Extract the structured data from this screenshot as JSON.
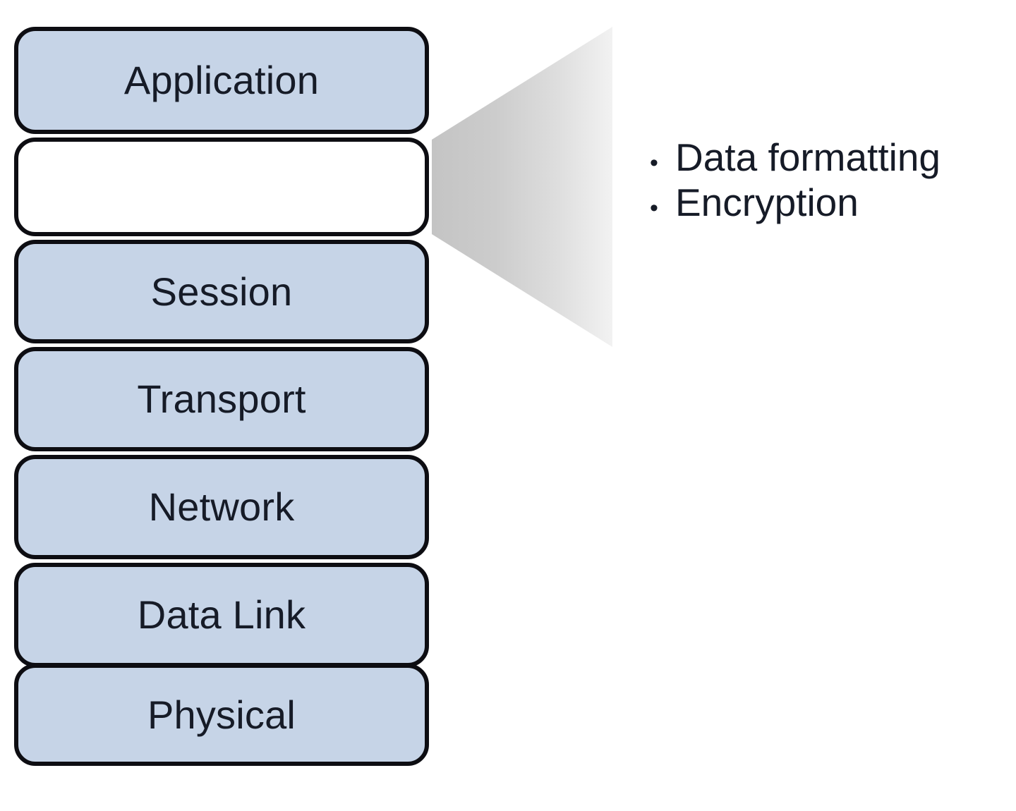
{
  "diagram": {
    "title": "OSI Model Layer Stack with Presentation Layer Callout",
    "background_color": "#ffffff",
    "layer_fill_color": "#c6d4e7",
    "layer_border_color": "#0d0d12",
    "empty_layer_fill_color": "#ffffff",
    "text_color": "#161b27",
    "wedge_color_near": "#c8c8c8",
    "wedge_color_far": "#ececec"
  },
  "stack": {
    "name": "osi-layer-stack",
    "layers": [
      {
        "label": "Application",
        "filled": true
      },
      {
        "label": "",
        "filled": false
      },
      {
        "label": "Session",
        "filled": true
      },
      {
        "label": "Transport",
        "filled": true
      },
      {
        "label": "Network",
        "filled": true
      },
      {
        "label": "Data Link",
        "filled": true
      },
      {
        "label": "Physical",
        "filled": true
      }
    ]
  },
  "callout": {
    "name": "presentation-layer-callout",
    "source_layer_index": 1,
    "bullet_glyph": "•",
    "items": [
      {
        "text": "Data formatting"
      },
      {
        "text": "Encryption"
      }
    ]
  }
}
